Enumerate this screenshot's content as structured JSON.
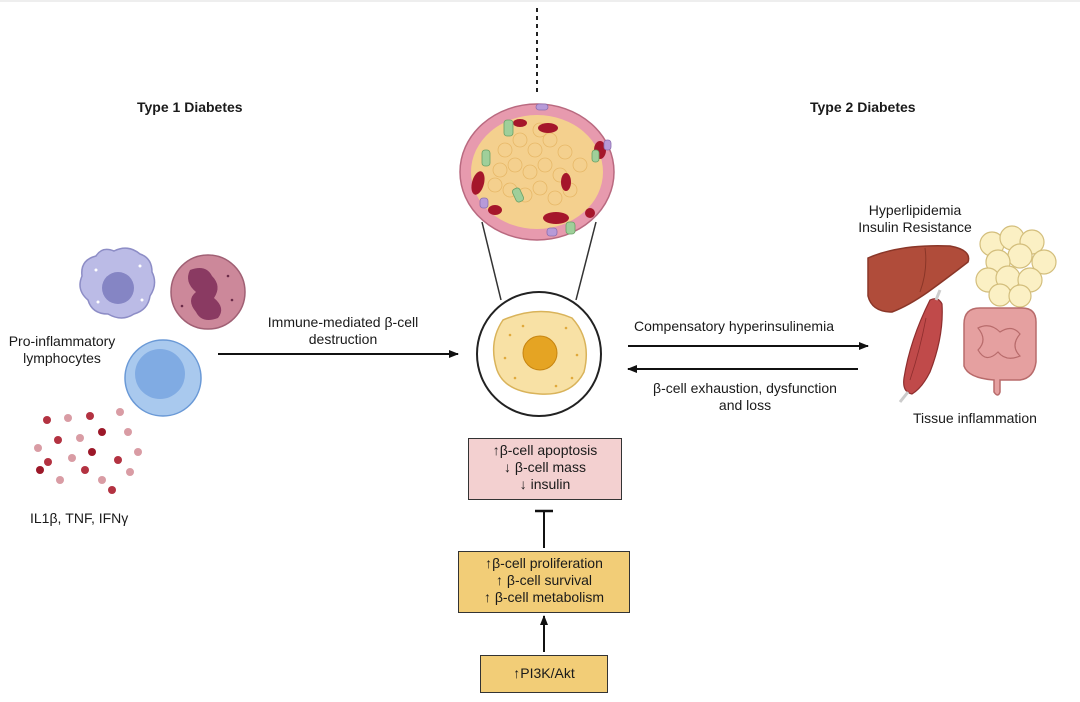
{
  "headings": {
    "type1": "Type 1 Diabetes",
    "type2": "Type 2 Diabetes"
  },
  "left": {
    "cells_label": "Pro-inflammatory\nlymphocytes",
    "cytokines_label": "IL1β, TNF, IFNγ"
  },
  "arrows": {
    "immune": "Immune-mediated β-cell\ndestruction",
    "compensatory": "Compensatory hyperinsulinemia",
    "exhaustion": "β-cell exhaustion, dysfunction\nand loss"
  },
  "right": {
    "risk": "Hyperlipidemia\nInsulin Resistance",
    "tissue": "Tissue inflammation"
  },
  "boxes": {
    "outcome": [
      "↑β-cell apoptosis",
      "↓ β-cell mass",
      "↓ insulin"
    ],
    "protective": [
      "↑β-cell proliferation",
      "↑ β-cell survival",
      "↑  β-cell metabolism"
    ],
    "pathway": "↑PI3K/Akt"
  },
  "colors": {
    "outcome_box": "#f3d0d0",
    "protective_box": "#f2cd77",
    "pathway_box": "#f2cd77"
  }
}
